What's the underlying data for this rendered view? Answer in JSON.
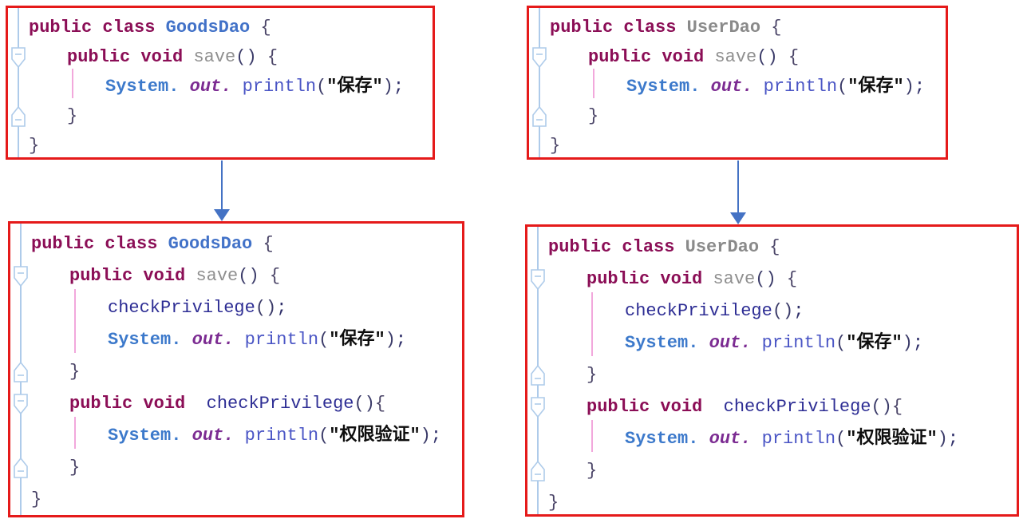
{
  "colors": {
    "keyword": "#8b0e56",
    "classname_blue": "#4272c8",
    "classname_gray": "#8a8a8a",
    "method_gray": "#8f8f8f",
    "system": "#3c79cb",
    "out": "#7c2c92",
    "println": "#4a55c5",
    "call": "#2d2d94",
    "string": "#0d0d0d",
    "panel_border": "#e51a1a",
    "arrow": "#4472c4",
    "fold_gutter": "#aecbea",
    "indent_guide": "#f2a8dc"
  },
  "arrows": [
    {
      "id": "left",
      "direction": "down",
      "from_panel": "goodsdao-before",
      "to_panel": "goodsdao-after"
    },
    {
      "id": "right",
      "direction": "down",
      "from_panel": "userdao-before",
      "to_panel": "userdao-after"
    }
  ],
  "panels": [
    {
      "name": "goodsdao-before",
      "fold_markers": [
        {
          "type": "start",
          "line": 2
        },
        {
          "type": "end",
          "line": 4
        }
      ],
      "indent_guides": [
        {
          "from_line": 3,
          "lines": 1
        }
      ],
      "lines": [
        {
          "indent": 0,
          "tokens": [
            {
              "text": "public ",
              "style": "kw"
            },
            {
              "text": "class ",
              "style": "kw"
            },
            {
              "text": "GoodsDao",
              "style": "classname_blue"
            },
            {
              "text": " {",
              "style": "brace"
            }
          ]
        },
        {
          "indent": 1,
          "tokens": [
            {
              "text": "public ",
              "style": "kw"
            },
            {
              "text": "void ",
              "style": "kw"
            },
            {
              "text": "save",
              "style": "method_gray"
            },
            {
              "text": "()",
              "style": "paren"
            },
            {
              "text": " {",
              "style": "brace"
            }
          ]
        },
        {
          "indent": 2,
          "tokens": [
            {
              "text": "System. ",
              "style": "system"
            },
            {
              "text": "out. ",
              "style": "out"
            },
            {
              "text": "println",
              "style": "println"
            },
            {
              "text": "(",
              "style": "paren"
            },
            {
              "text": "″保存″",
              "style": "string"
            },
            {
              "text": ")",
              "style": "paren"
            },
            {
              "text": ";",
              "style": "semi"
            }
          ]
        },
        {
          "indent": 1,
          "tokens": [
            {
              "text": "}",
              "style": "brace"
            }
          ]
        },
        {
          "indent": 0,
          "tokens": [
            {
              "text": "}",
              "style": "brace"
            }
          ]
        }
      ]
    },
    {
      "name": "userdao-before",
      "fold_markers": [
        {
          "type": "start",
          "line": 2
        },
        {
          "type": "end",
          "line": 4
        }
      ],
      "indent_guides": [
        {
          "from_line": 3,
          "lines": 1
        }
      ],
      "lines": [
        {
          "indent": 0,
          "tokens": [
            {
              "text": "public ",
              "style": "kw"
            },
            {
              "text": "class ",
              "style": "kw"
            },
            {
              "text": "UserDao",
              "style": "classname_gray"
            },
            {
              "text": " {",
              "style": "brace"
            }
          ]
        },
        {
          "indent": 1,
          "tokens": [
            {
              "text": "public ",
              "style": "kw"
            },
            {
              "text": "void ",
              "style": "kw"
            },
            {
              "text": "save",
              "style": "method_gray"
            },
            {
              "text": "()",
              "style": "paren"
            },
            {
              "text": " {",
              "style": "brace"
            }
          ]
        },
        {
          "indent": 2,
          "tokens": [
            {
              "text": "System. ",
              "style": "system"
            },
            {
              "text": "out. ",
              "style": "out"
            },
            {
              "text": "println",
              "style": "println"
            },
            {
              "text": "(",
              "style": "paren"
            },
            {
              "text": "″保存″",
              "style": "string"
            },
            {
              "text": ")",
              "style": "paren"
            },
            {
              "text": ";",
              "style": "semi"
            }
          ]
        },
        {
          "indent": 1,
          "tokens": [
            {
              "text": "}",
              "style": "brace"
            }
          ]
        },
        {
          "indent": 0,
          "tokens": [
            {
              "text": "}",
              "style": "brace"
            }
          ]
        }
      ]
    },
    {
      "name": "goodsdao-after",
      "fold_markers": [
        {
          "type": "start",
          "line": 2
        },
        {
          "type": "end",
          "line": 5
        },
        {
          "type": "start",
          "line": 6
        },
        {
          "type": "end",
          "line": 8
        }
      ],
      "indent_guides": [
        {
          "from_line": 3,
          "lines": 2
        },
        {
          "from_line": 7,
          "lines": 1
        }
      ],
      "lines": [
        {
          "indent": 0,
          "tokens": [
            {
              "text": "public ",
              "style": "kw"
            },
            {
              "text": "class ",
              "style": "kw"
            },
            {
              "text": "GoodsDao",
              "style": "classname_blue"
            },
            {
              "text": " {",
              "style": "brace"
            }
          ]
        },
        {
          "indent": 1,
          "tokens": [
            {
              "text": "public ",
              "style": "kw"
            },
            {
              "text": "void ",
              "style": "kw"
            },
            {
              "text": "save",
              "style": "method_gray"
            },
            {
              "text": "()",
              "style": "paren"
            },
            {
              "text": " {",
              "style": "brace"
            }
          ]
        },
        {
          "indent": 2,
          "tokens": [
            {
              "text": "checkPrivilege",
              "style": "call"
            },
            {
              "text": "()",
              "style": "paren"
            },
            {
              "text": ";",
              "style": "semi"
            }
          ]
        },
        {
          "indent": 2,
          "tokens": [
            {
              "text": "System. ",
              "style": "system"
            },
            {
              "text": "out. ",
              "style": "out"
            },
            {
              "text": "println",
              "style": "println"
            },
            {
              "text": "(",
              "style": "paren"
            },
            {
              "text": "″保存″",
              "style": "string"
            },
            {
              "text": ")",
              "style": "paren"
            },
            {
              "text": ";",
              "style": "semi"
            }
          ]
        },
        {
          "indent": 1,
          "tokens": [
            {
              "text": "}",
              "style": "brace"
            }
          ]
        },
        {
          "indent": 1,
          "tokens": [
            {
              "text": "public ",
              "style": "kw"
            },
            {
              "text": "void  ",
              "style": "kw"
            },
            {
              "text": "checkPrivilege",
              "style": "call"
            },
            {
              "text": "()",
              "style": "paren"
            },
            {
              "text": "{",
              "style": "brace"
            }
          ]
        },
        {
          "indent": 2,
          "tokens": [
            {
              "text": "System. ",
              "style": "system"
            },
            {
              "text": "out. ",
              "style": "out"
            },
            {
              "text": "println",
              "style": "println"
            },
            {
              "text": "(",
              "style": "paren"
            },
            {
              "text": "″权限验证″",
              "style": "string"
            },
            {
              "text": ")",
              "style": "paren"
            },
            {
              "text": ";",
              "style": "semi"
            }
          ]
        },
        {
          "indent": 1,
          "tokens": [
            {
              "text": "}",
              "style": "brace"
            }
          ]
        },
        {
          "indent": 0,
          "tokens": [
            {
              "text": "}",
              "style": "brace"
            }
          ]
        }
      ]
    },
    {
      "name": "userdao-after",
      "fold_markers": [
        {
          "type": "start",
          "line": 2
        },
        {
          "type": "end",
          "line": 5
        },
        {
          "type": "start",
          "line": 6
        },
        {
          "type": "end",
          "line": 8
        }
      ],
      "indent_guides": [
        {
          "from_line": 3,
          "lines": 2
        },
        {
          "from_line": 7,
          "lines": 1
        }
      ],
      "lines": [
        {
          "indent": 0,
          "tokens": [
            {
              "text": "public ",
              "style": "kw"
            },
            {
              "text": "class ",
              "style": "kw"
            },
            {
              "text": "UserDao",
              "style": "classname_gray"
            },
            {
              "text": " {",
              "style": "brace"
            }
          ]
        },
        {
          "indent": 1,
          "tokens": [
            {
              "text": "public ",
              "style": "kw"
            },
            {
              "text": "void ",
              "style": "kw"
            },
            {
              "text": "save",
              "style": "method_gray"
            },
            {
              "text": "()",
              "style": "paren"
            },
            {
              "text": " {",
              "style": "brace"
            }
          ]
        },
        {
          "indent": 2,
          "tokens": [
            {
              "text": "checkPrivilege",
              "style": "call"
            },
            {
              "text": "()",
              "style": "paren"
            },
            {
              "text": ";",
              "style": "semi"
            }
          ]
        },
        {
          "indent": 2,
          "tokens": [
            {
              "text": "System. ",
              "style": "system"
            },
            {
              "text": "out. ",
              "style": "out"
            },
            {
              "text": "println",
              "style": "println"
            },
            {
              "text": "(",
              "style": "paren"
            },
            {
              "text": "″保存″",
              "style": "string"
            },
            {
              "text": ")",
              "style": "paren"
            },
            {
              "text": ";",
              "style": "semi"
            }
          ]
        },
        {
          "indent": 1,
          "tokens": [
            {
              "text": "}",
              "style": "brace"
            }
          ]
        },
        {
          "indent": 1,
          "tokens": [
            {
              "text": "public ",
              "style": "kw"
            },
            {
              "text": "void  ",
              "style": "kw"
            },
            {
              "text": "checkPrivilege",
              "style": "call"
            },
            {
              "text": "()",
              "style": "paren"
            },
            {
              "text": "{",
              "style": "brace"
            }
          ]
        },
        {
          "indent": 2,
          "tokens": [
            {
              "text": "System. ",
              "style": "system"
            },
            {
              "text": "out. ",
              "style": "out"
            },
            {
              "text": "println",
              "style": "println"
            },
            {
              "text": "(",
              "style": "paren"
            },
            {
              "text": "″权限验证″",
              "style": "string"
            },
            {
              "text": ")",
              "style": "paren"
            },
            {
              "text": ";",
              "style": "semi"
            }
          ]
        },
        {
          "indent": 1,
          "tokens": [
            {
              "text": "}",
              "style": "brace"
            }
          ]
        },
        {
          "indent": 0,
          "tokens": [
            {
              "text": "}",
              "style": "brace"
            }
          ]
        }
      ]
    }
  ]
}
